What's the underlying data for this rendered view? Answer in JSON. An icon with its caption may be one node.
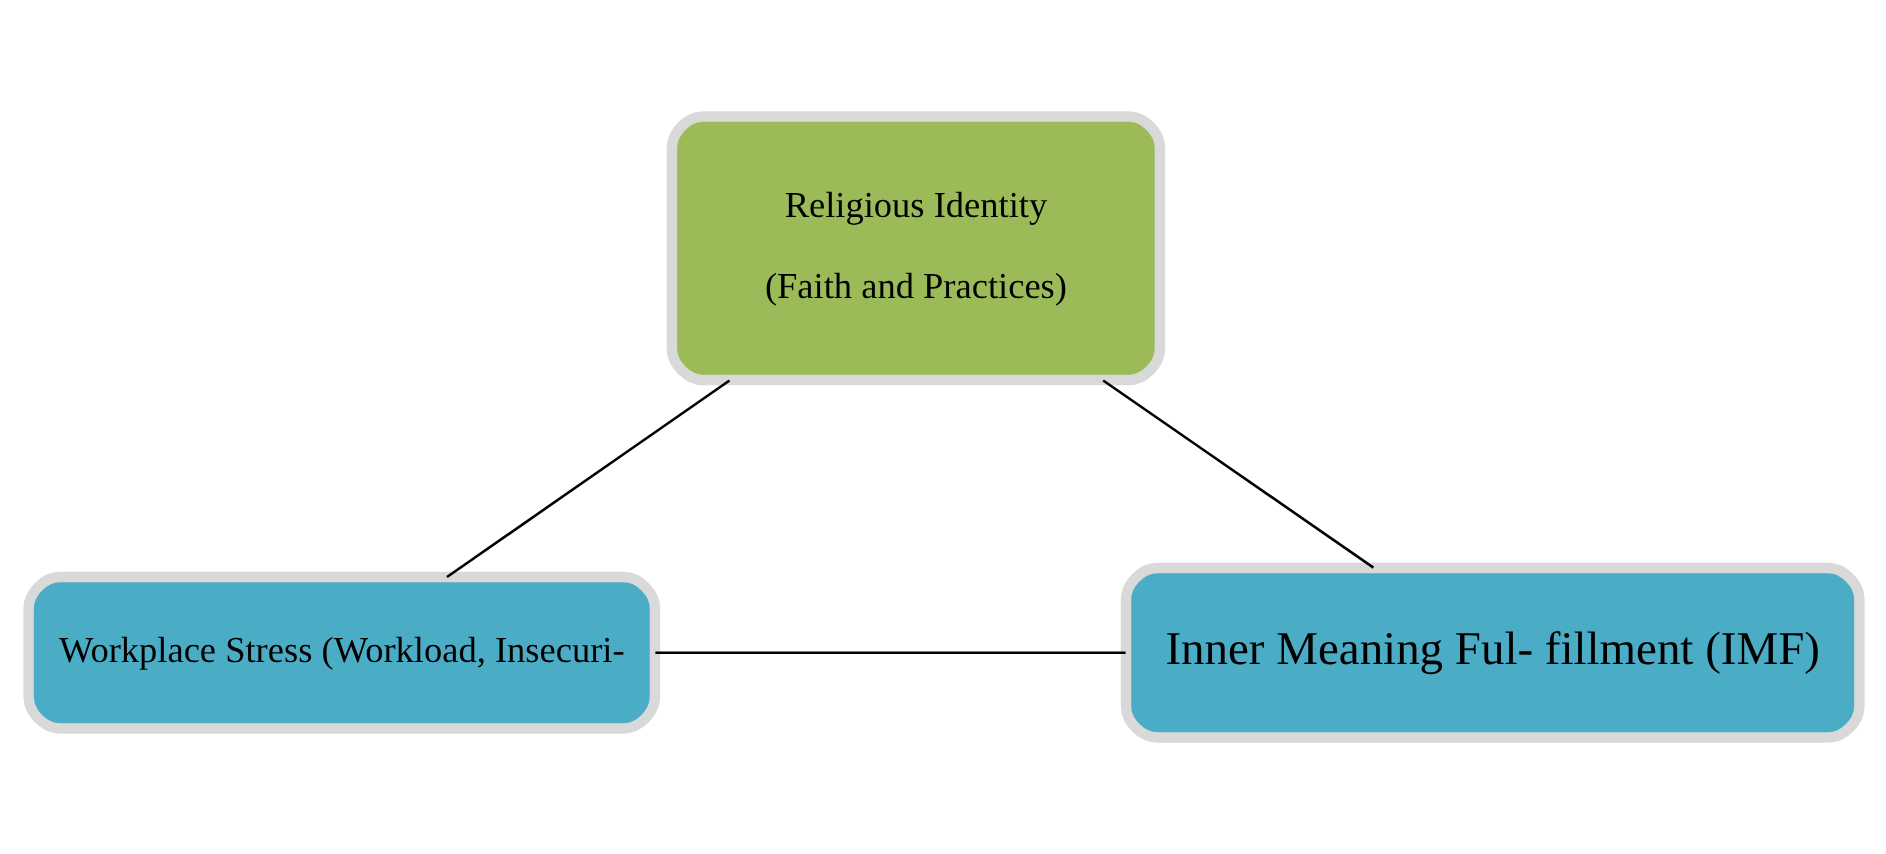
{
  "diagram": {
    "nodes": [
      {
        "text": [
          "Religious Identity",
          "(Faith and Practices)"
        ]
      },
      {
        "text": [
          "Workplace Stress (Workload, Insecuri-"
        ]
      },
      {
        "text": [
          "Inner Meaning Ful- fillment (IMF)"
        ]
      }
    ],
    "edges": [
      {
        "from": 0,
        "to": 1,
        "arrow": "none"
      },
      {
        "from": 0,
        "to": 2,
        "arrow": "none"
      },
      {
        "from": 1,
        "to": 2,
        "arrow": "none"
      }
    ]
  }
}
